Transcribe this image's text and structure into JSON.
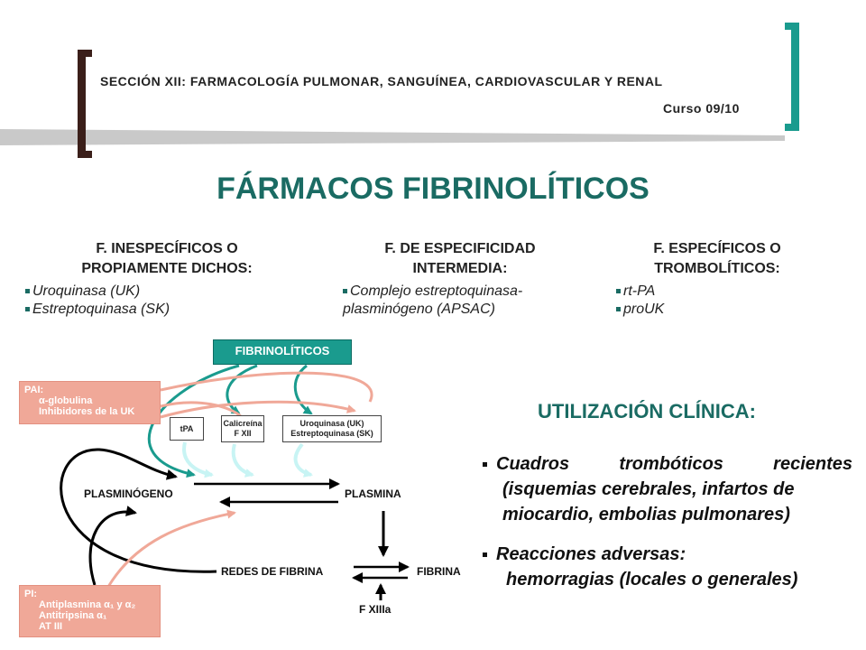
{
  "header": {
    "section": "SECCIÓN XII: FARMACOLOGÍA PULMONAR, SANGUÍNEA, CARDIOVASCULAR Y RENAL",
    "course": "Curso 09/10"
  },
  "title": "FÁRMACOS FIBRINOLÍTICOS",
  "columns": [
    {
      "heading_1": "F. INESPECÍFICOS O",
      "heading_2": "PROPIAMENTE DICHOS:",
      "items": [
        "Uroquinasa (UK)",
        "Estreptoquinasa (SK)"
      ]
    },
    {
      "heading_1": "F. DE ESPECIFICIDAD",
      "heading_2": "INTERMEDIA:",
      "items": [
        "Complejo estreptoquinasa-",
        "plasminógeno (APSAC)"
      ]
    },
    {
      "heading_1": "F. ESPECÍFICOS O",
      "heading_2": "TROMBOLÍTICOS:",
      "items": [
        "rt-PA",
        "proUK"
      ]
    }
  ],
  "diagram": {
    "fibrinoliticos": "FIBRINOLÍTICOS",
    "pai": {
      "title": "PAI:",
      "lines": [
        "α-globulina",
        "Inhibidores de la UK"
      ]
    },
    "tpa": "tPA",
    "calicreina": [
      "Calicreína",
      "F XII"
    ],
    "uk_sk": [
      "Uroquinasa (UK)",
      "Estreptoquinasa (SK)"
    ],
    "plasminogeno": "PLASMINÓGENO",
    "plasmina": "PLASMINA",
    "redes_fibrina": "REDES DE FIBRINA",
    "fibrina": "FIBRINA",
    "fxiiia": "F XIIIa",
    "pi": {
      "title": "PI:",
      "lines": [
        "Antiplasmina α₁ y α₂",
        "Antitripsina α₁",
        "AT III"
      ]
    }
  },
  "uso": {
    "title": "UTILIZACIÓN CLÍNICA:",
    "item1_lines": [
      "Cuadros trombóticos recientes",
      "(isquemias cerebrales, infartos de",
      "miocardio, embolias pulmonares)"
    ],
    "item2_lines": [
      "Reacciones adversas:",
      "hemorragias (locales o generales)"
    ]
  },
  "colors": {
    "teal": "#1a9b8e",
    "dark_teal": "#1a6b63",
    "pink": "#f0a898",
    "brown": "#3b1f1a",
    "light_cyan": "#c8f4f4"
  }
}
